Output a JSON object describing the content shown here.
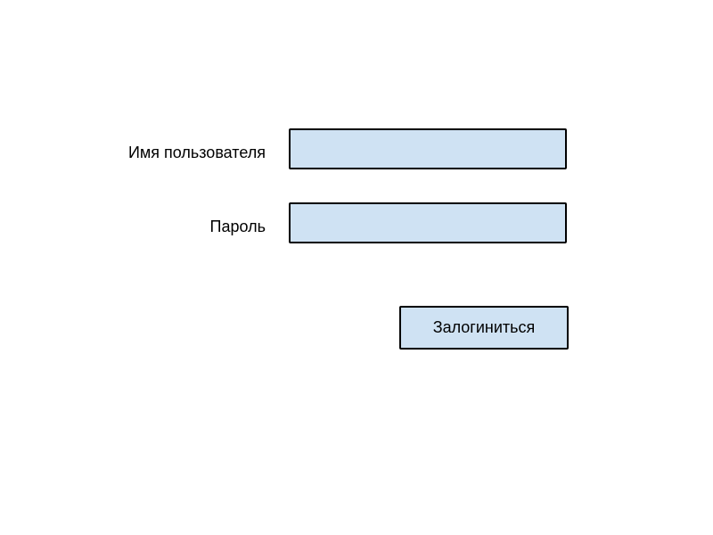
{
  "login_form": {
    "username": {
      "label": "Имя пользователя",
      "value": "",
      "placeholder": ""
    },
    "password": {
      "label": "Пароль",
      "value": "",
      "placeholder": ""
    },
    "submit_label": "Залогиниться"
  },
  "colors": {
    "background": "#ffffff",
    "field_fill": "#cfe2f3",
    "border": "#000000",
    "text": "#000000"
  }
}
